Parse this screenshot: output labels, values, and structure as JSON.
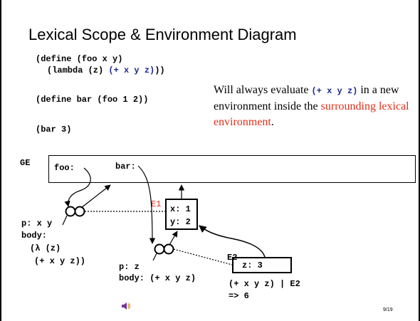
{
  "slide": {
    "title": "Lexical Scope & Environment Diagram",
    "code": {
      "line1": "(define (foo x y)",
      "line2_prefix": "(lambda (z) ",
      "line2_blue": "(+ x y z)",
      "line2_suffix": "))",
      "line3": "(define bar (foo 1 2))",
      "line4": "(bar 3)"
    },
    "note": {
      "part1": "Will always evaluate ",
      "code": "(+ x y z)",
      "part2": " in a new environment inside the ",
      "red": "surrounding lexical environment",
      "part3": "."
    },
    "diagram": {
      "ge_label": "GE",
      "foo_binding": "foo:",
      "bar_binding": "bar:",
      "e1_label": "E1",
      "e1_x": "x: 1",
      "e1_y": "y: 2",
      "e2_label": "E2",
      "e2_z": "z: 3",
      "proc1_params": "p: x y",
      "proc1_body_label": "body:",
      "proc1_body_line1": "(λ (z)",
      "proc1_body_line2": "(+ x y z))",
      "proc2_params": "p: z",
      "proc2_body": "body: (+ x y z)",
      "eval_line": "(+ x y z) | E2",
      "result_line": "=> 6"
    },
    "page_number": "9/19",
    "colors": {
      "code_blue": "#1b2a8f",
      "highlight_red": "#e0301a",
      "speaker_icon": "#7a2ea0"
    },
    "icons": {
      "speaker": "speaker-icon"
    }
  }
}
